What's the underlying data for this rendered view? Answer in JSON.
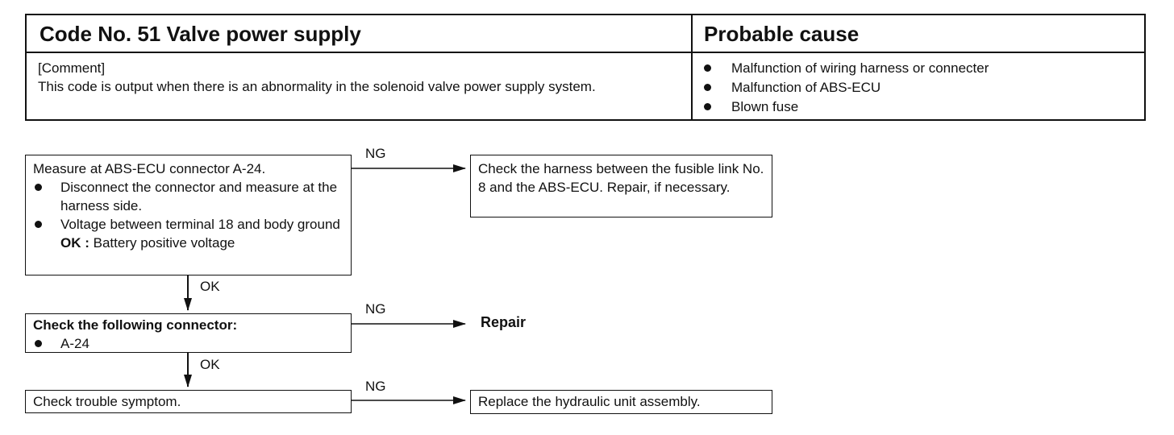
{
  "header": {
    "code_title": "Code No. 51 Valve power supply",
    "cause_title": "Probable cause",
    "comment_label": "[Comment]",
    "comment_text": "This code is output when there is an abnormality in the solenoid valve power supply system.",
    "causes": [
      "Malfunction of wiring harness or connecter",
      "Malfunction of ABS-ECU",
      "Blown fuse"
    ]
  },
  "flow": {
    "step1": {
      "title": "Measure at ABS-ECU connector A-24.",
      "bullet1": "Disconnect the connector and measure at the harness side.",
      "bullet2": "Voltage between terminal 18 and body ground",
      "ok_label": "OK :",
      "ok_value": "Battery positive voltage"
    },
    "step1_ng": "Check the harness between the fusible link No. 8 and the ABS-ECU. Repair, if necessary.",
    "step2": {
      "title": "Check the following connector:",
      "bullet1": "A-24"
    },
    "step2_ng": "Repair",
    "step3": "Check trouble symptom.",
    "step3_ng": "Replace the hydraulic unit assembly.",
    "ng": "NG",
    "ok": "OK"
  }
}
